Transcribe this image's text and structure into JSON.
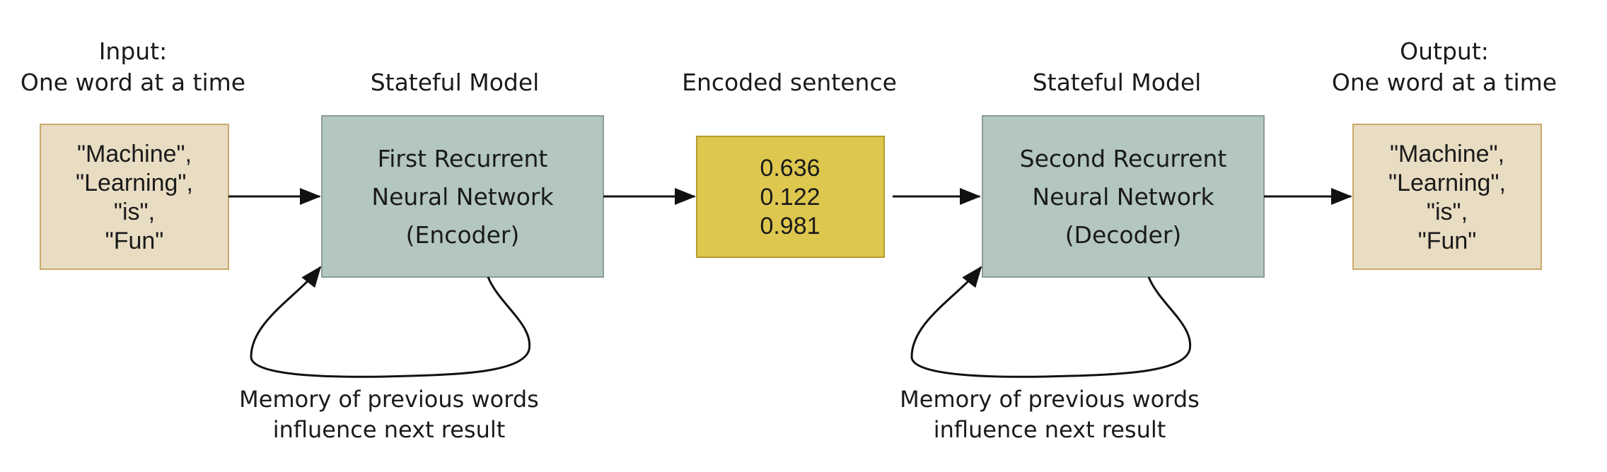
{
  "colors": {
    "word_box_fill": "#e8dcc3",
    "word_box_stroke": "#c9a86a",
    "rnn_box_fill": "#b3c6c0",
    "rnn_box_stroke": "#8a9c98",
    "encoded_box_fill": "#dec74f",
    "encoded_box_stroke": "#b89b2f",
    "line": "#111111"
  },
  "input": {
    "heading": [
      "Input:",
      "One word at a time"
    ],
    "words": [
      "\"Machine\",",
      "\"Learning\",",
      "\"is\",",
      "\"Fun\""
    ]
  },
  "encoder": {
    "heading": "Stateful Model",
    "lines": [
      "First Recurrent",
      "Neural Network",
      "(Encoder)"
    ],
    "memory_caption": [
      "Memory of previous words",
      "influence next result"
    ]
  },
  "encoded": {
    "heading": "Encoded sentence",
    "values": [
      "0.636",
      "0.122",
      "0.981"
    ]
  },
  "decoder": {
    "heading": "Stateful Model",
    "lines": [
      "Second Recurrent",
      "Neural Network",
      "(Decoder)"
    ],
    "memory_caption": [
      "Memory of previous words",
      "influence next result"
    ]
  },
  "output": {
    "heading": [
      "Output:",
      "One word at a time"
    ],
    "words": [
      "\"Machine\",",
      "\"Learning\",",
      "\"is\",",
      "\"Fun\""
    ]
  }
}
